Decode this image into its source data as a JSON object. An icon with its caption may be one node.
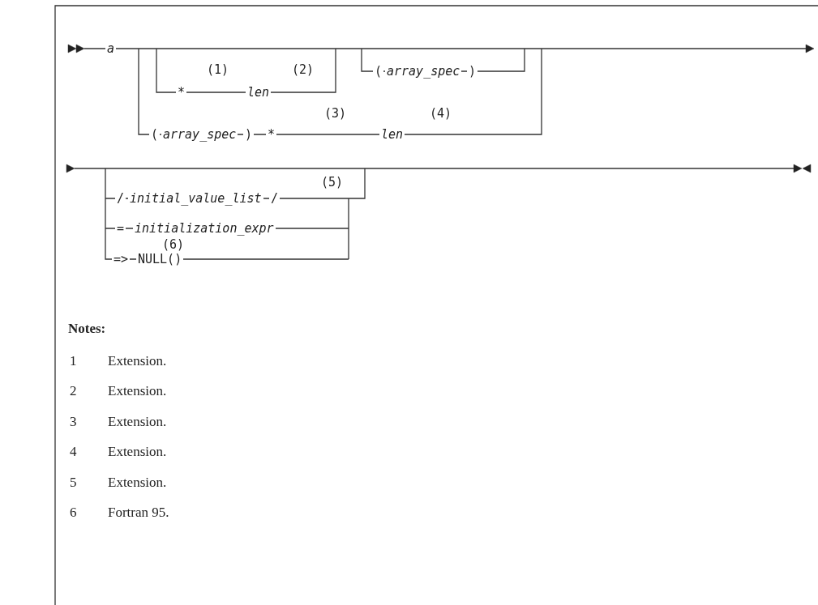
{
  "diagram": {
    "labels": [
      "a",
      "(1)",
      "(2)",
      "(",
      "array_spec",
      ")",
      "*",
      "len",
      "(3)",
      "(4)",
      "(",
      "array_spec",
      ")",
      "*",
      "len",
      "(5)",
      "/",
      "initial_value_list",
      "/",
      "=",
      "initialization_expr",
      "(6)",
      "=>",
      "NULL()",
      "Notes:",
      "1",
      "Extension.",
      "2",
      "Extension.",
      "3",
      "Extension.",
      "4",
      "Extension.",
      "5",
      "Extension.",
      "6",
      "Fortran 95."
    ]
  }
}
